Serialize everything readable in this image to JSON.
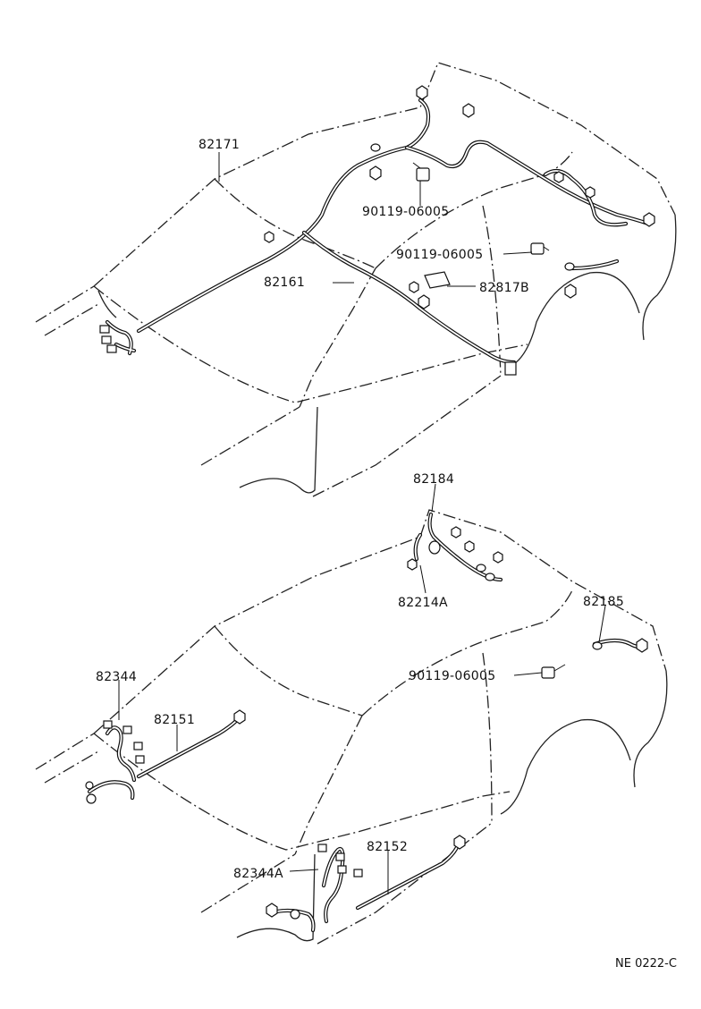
{
  "diagram": {
    "top_view": {
      "labels": {
        "p82171": "82171",
        "p90119_a": "90119-06005",
        "p90119_b": "90119-06005",
        "p82161": "82161",
        "p82817B": "82817B"
      }
    },
    "bottom_view": {
      "labels": {
        "p82184": "82184",
        "p82214A": "82214A",
        "p82185": "82185",
        "p90119_c": "90119-06005",
        "p82344": "82344",
        "p82151": "82151",
        "p82344A": "82344A",
        "p82152": "82152"
      }
    },
    "figure_code": "NE 0222-C"
  }
}
